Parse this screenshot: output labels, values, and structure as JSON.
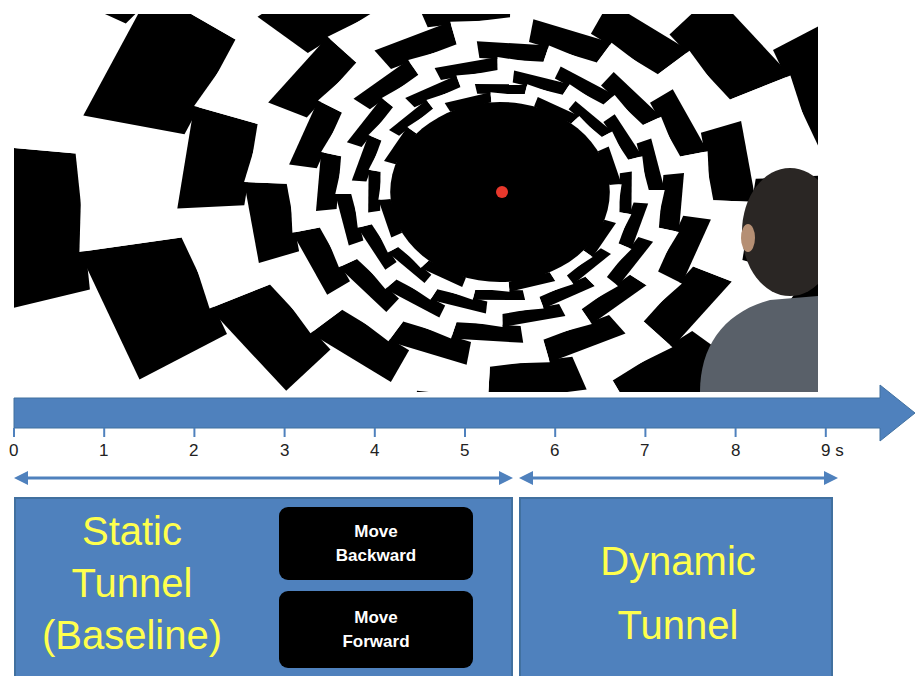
{
  "diagram": {
    "nodes": [
      {
        "text": [
          "Static Tunnel (Baseline)"
        ]
      },
      {
        "text": [
          "Move Backward"
        ],
        "in": 0
      },
      {
        "text": [
          "Move Forward"
        ],
        "in": 0
      },
      {
        "text": [
          "Dynamic Tunnel"
        ]
      }
    ],
    "labels": [
      "0",
      "1",
      "2",
      "3",
      "4",
      "5",
      "6",
      "7",
      "8",
      "9 s"
    ]
  }
}
